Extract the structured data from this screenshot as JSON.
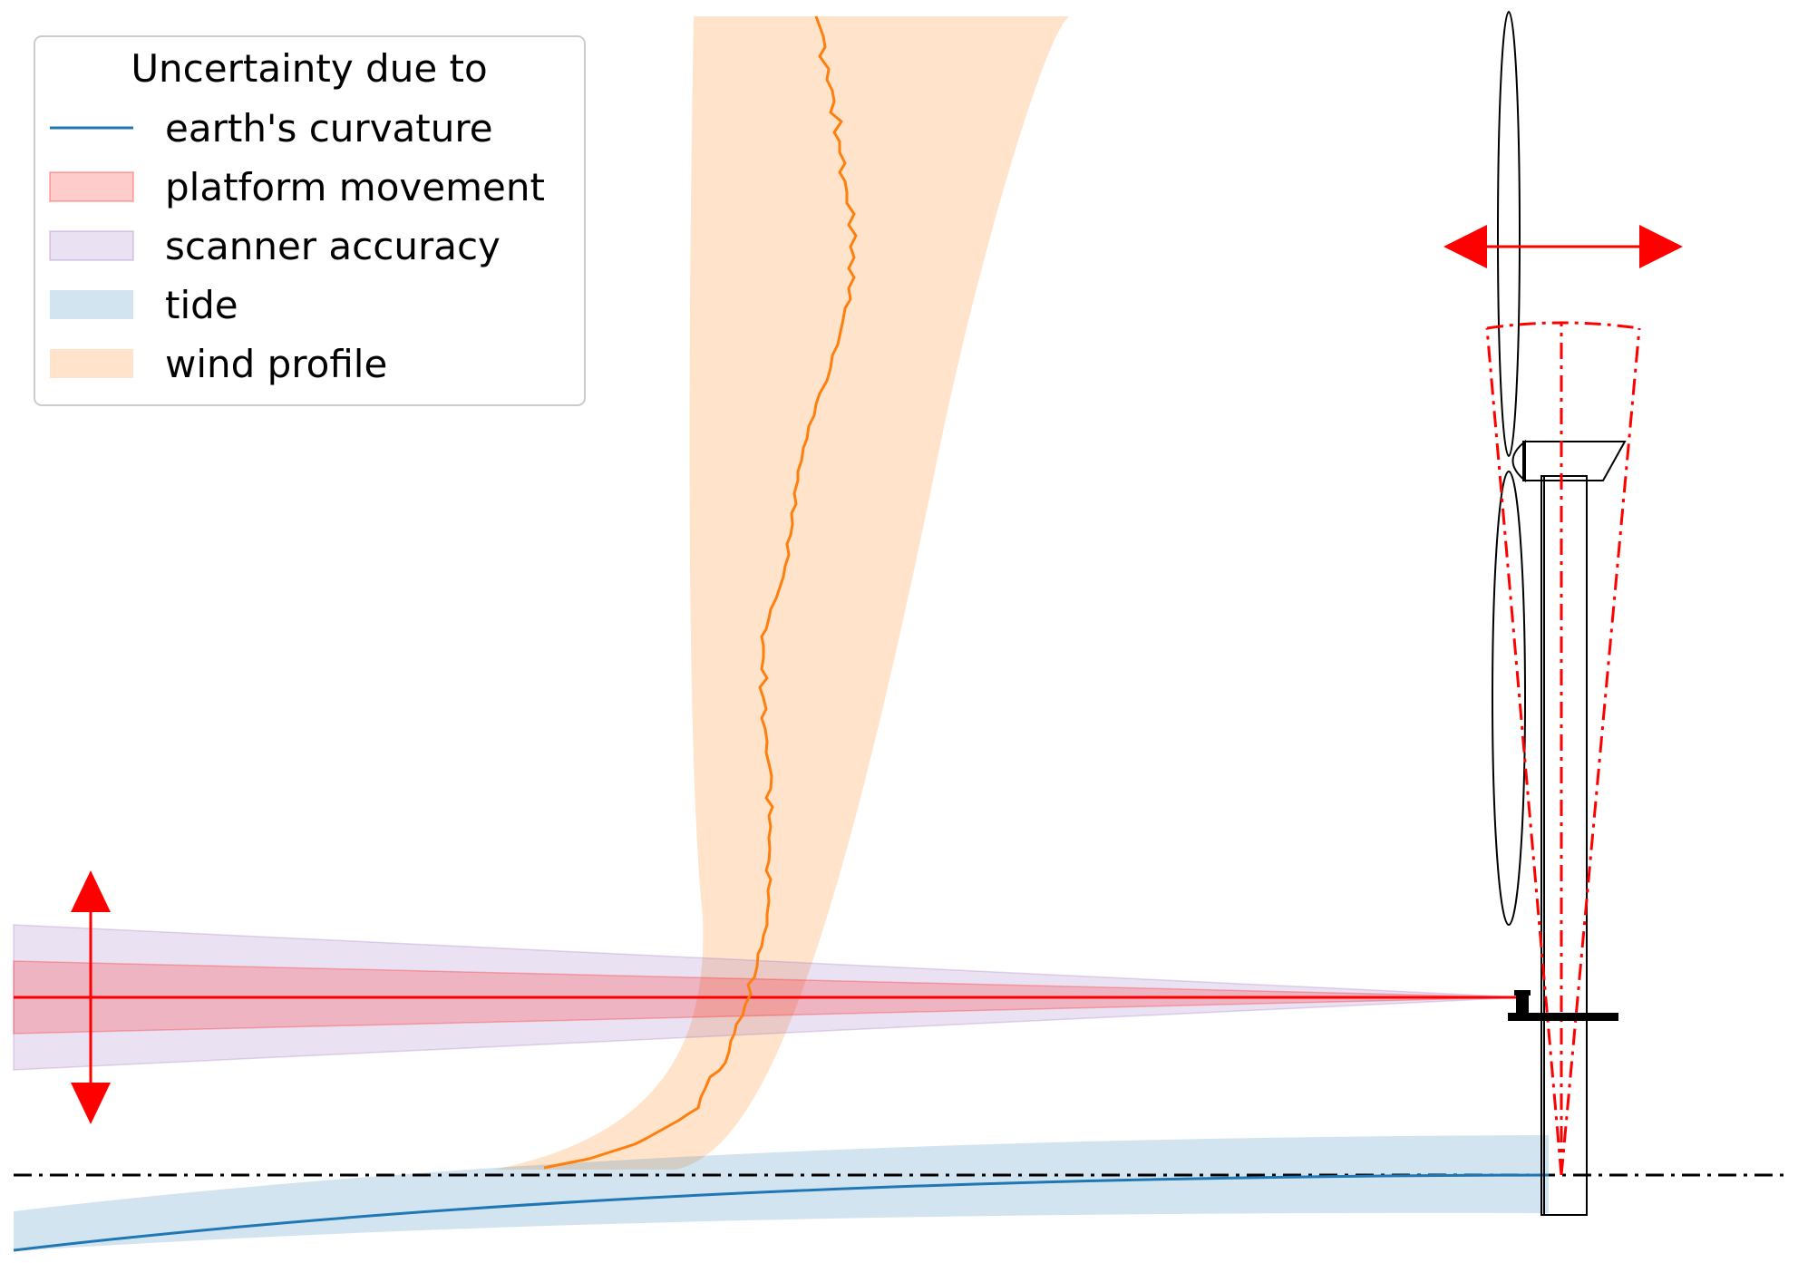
{
  "legend": {
    "title": "Uncertainty due to",
    "items": [
      {
        "label": "earth's curvature",
        "kind": "line",
        "color": "#1f77b4"
      },
      {
        "label": "platform movement",
        "kind": "patch",
        "color": "#ff0000"
      },
      {
        "label": "scanner accuracy",
        "kind": "patch",
        "color": "#9467bd"
      },
      {
        "label": "tide",
        "kind": "patch",
        "color": "#1f77b4"
      },
      {
        "label": "wind profile",
        "kind": "patch",
        "color": "#ff7f0e"
      }
    ]
  },
  "colors": {
    "laser_beam": "#ff0000",
    "platform_band": "#ff0000",
    "scanner_band": "#9467bd",
    "tide_band": "#1f77b4",
    "wind_band": "#ff7f0e",
    "wind_profile_line": "#ff7f0e",
    "curvature_line": "#1f77b4",
    "turbine_outline": "#000000",
    "arrows": "#ff0000",
    "sea_level_line": "#000000"
  }
}
